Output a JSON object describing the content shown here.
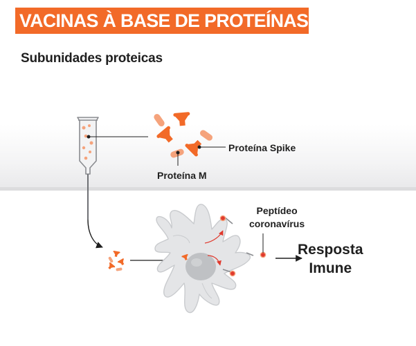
{
  "header": {
    "title": "VACINAS À BASE DE PROTEÍNAS",
    "subtitle": "Subunidades proteicas"
  },
  "labels": {
    "spike": "Proteína Spike",
    "protein_m": "Proteína M",
    "peptide_line1": "Peptídeo",
    "peptide_line2": "coronavírus",
    "response_line1": "Resposta",
    "response_line2": "Imune"
  },
  "colors": {
    "accent": "#f26a28",
    "protein": "#f26a28",
    "pill": "#f5a37c",
    "cell": "#e4e5e7",
    "nucleus": "#bfc1c4",
    "arrow_red": "#e03a2e",
    "text": "#1f1f1f"
  }
}
